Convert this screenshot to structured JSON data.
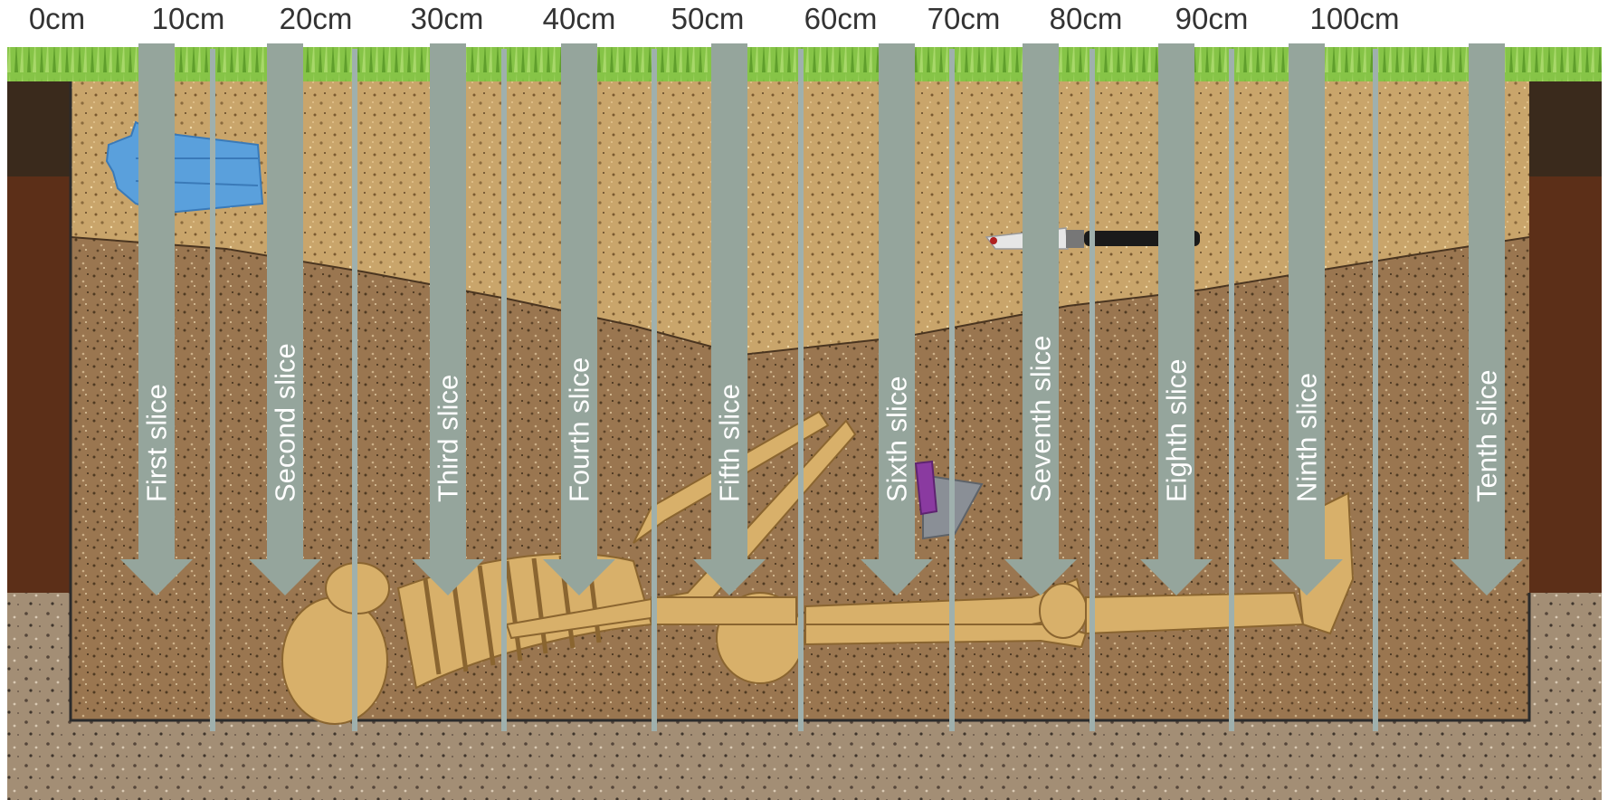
{
  "scale": {
    "labels": [
      "0cm",
      "10cm",
      "20cm",
      "30cm",
      "40cm",
      "50cm",
      "60cm",
      "70cm",
      "80cm",
      "90cm",
      "100cm"
    ]
  },
  "slices": [
    {
      "label": "First slice"
    },
    {
      "label": "Second slice"
    },
    {
      "label": "Third slice"
    },
    {
      "label": "Fourth slice"
    },
    {
      "label": "Fifth slice"
    },
    {
      "label": "Sixth slice"
    },
    {
      "label": "Seventh slice"
    },
    {
      "label": "Eighth slice"
    },
    {
      "label": "Ninth slice"
    },
    {
      "label": "Tenth slice"
    }
  ],
  "colors": {
    "arrow": "#95a59c",
    "arrow_text": "#ffffff",
    "divider": "#9fb0ad",
    "grass": "#7fbf3a",
    "topsoil": "#c9a56b",
    "subsoil": "#9a7650",
    "deep_soil": "#a38e75",
    "bone": "#d8b06a",
    "glove": "#5aa0dc"
  },
  "objects": {
    "glove": "glove-icon",
    "knife": "knife-icon",
    "skeleton": "skeleton-icon",
    "trowel": "trowel-icon"
  }
}
